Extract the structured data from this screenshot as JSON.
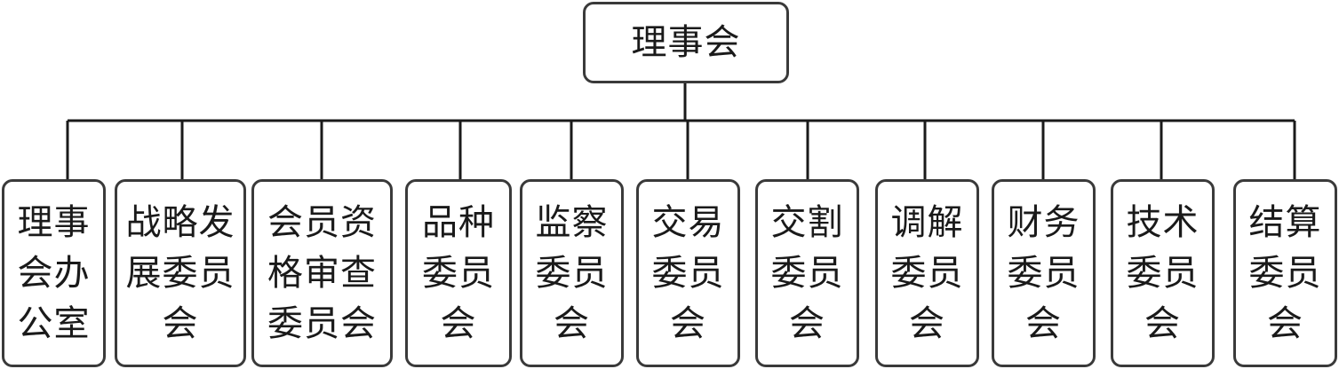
{
  "root": {
    "label": "理事会"
  },
  "children": [
    {
      "label": "理事\n会办\n公室"
    },
    {
      "label": "战略发\n展委员\n会"
    },
    {
      "label": "会员资\n格审查\n委员会"
    },
    {
      "label": "品种\n委员\n会"
    },
    {
      "label": "监察\n委员\n会"
    },
    {
      "label": "交易\n委员\n会"
    },
    {
      "label": "交割\n委员\n会"
    },
    {
      "label": "调解\n委员\n会"
    },
    {
      "label": "财务\n委员\n会"
    },
    {
      "label": "技术\n委员\n会"
    },
    {
      "label": "结算\n委员\n会"
    }
  ],
  "colors": {
    "line": "#1a1a1a",
    "border": "#3a3a3a",
    "text": "#1a1a1a"
  }
}
